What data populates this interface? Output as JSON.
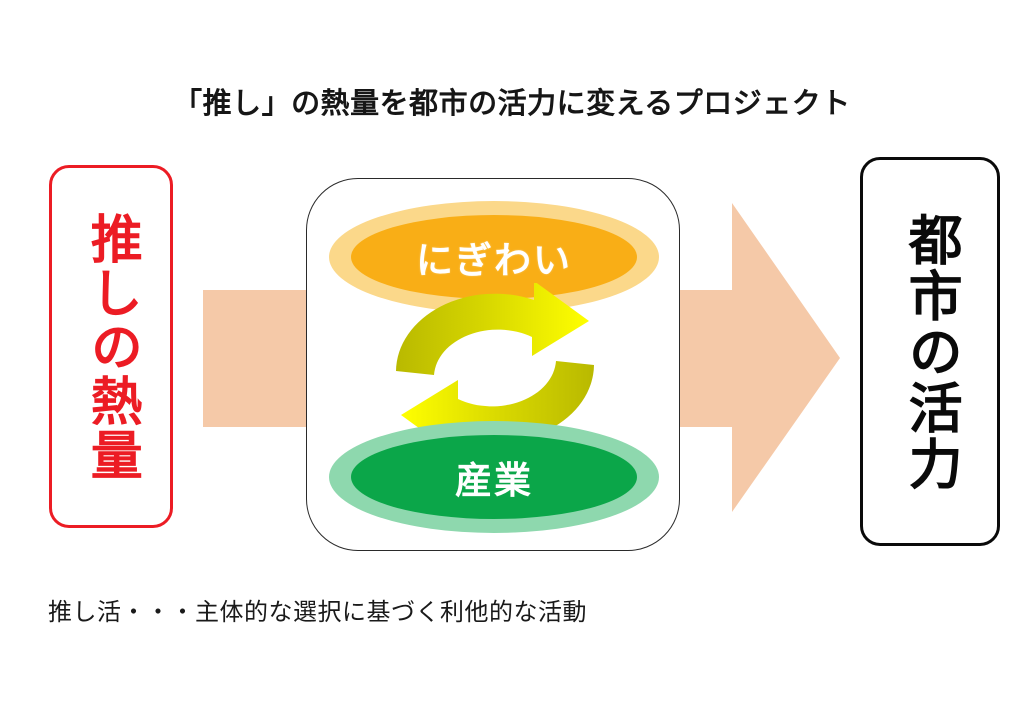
{
  "title": "「推し」の熱量を都市の活力に変えるプロジェクト",
  "left_box": {
    "label": "推しの熱量",
    "text_color": "#ec1c24",
    "border_color": "#ec1c24"
  },
  "right_box": {
    "label": "都市の活力",
    "text_color": "#0a0a0a",
    "border_color": "#0a0a0a"
  },
  "flow_arrow": {
    "name": "right-arrow",
    "color": "#f5c9a8",
    "direction": "left-to-right"
  },
  "cycle_card": {
    "top_node": {
      "label": "にぎわい",
      "core_color": "#f9ae16",
      "halo_color": "#fbd88a",
      "text_color": "#ffffff"
    },
    "bottom_node": {
      "label": "産業",
      "core_color": "#0ba649",
      "halo_color": "#8ed8ae",
      "text_color": "#ffffff"
    },
    "cycle_arrows": {
      "name": "circular-cycle-arrows",
      "gradient_from": "#bfbf00",
      "gradient_to": "#ffff00",
      "clockwise_label": "にぎわい→産業",
      "counterclockwise_label": "産業→にぎわい"
    },
    "border_color": "#2a2a2a",
    "background": "#ffffff"
  },
  "caption": "推し活・・・主体的な選択に基づく利他的な活動"
}
